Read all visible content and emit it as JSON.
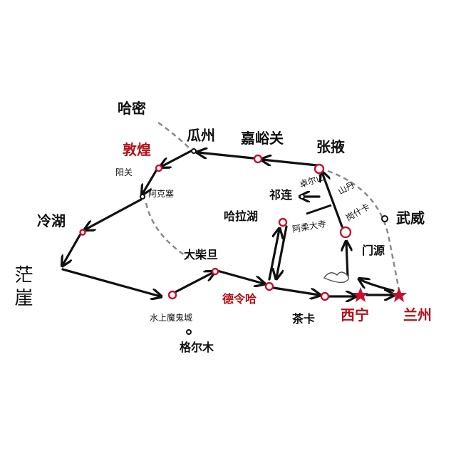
{
  "colors": {
    "ink": "#111111",
    "route_marker": "#c8102e",
    "star": "#c8102e",
    "dashed": "#8a8a8a",
    "highlight_text": "#b3121b"
  },
  "places": {
    "hami": "哈密",
    "guazhou": "瓜州",
    "jiayuguan": "嘉峪关",
    "zhangye": "张掖",
    "dunhuang": "敦煌",
    "yangguan": "阳关",
    "akesai": "阿克塞",
    "zhuoershan": "卓尔山",
    "shandan": "山丹",
    "qilian": "祁连",
    "lenghu": "冷湖",
    "halahu": "哈拉湖",
    "arou": "阿柔大寺",
    "gangshika": "岗什卡",
    "wuwei": "武威",
    "mangya": "茫崖",
    "menyuan": "门源",
    "dachaidan": "大柴旦",
    "delingha": "德令哈",
    "shuishang": "水上魔鬼城",
    "chaka": "茶卡",
    "xining": "西宁",
    "lanzhou": "兰州",
    "geermu": "格尔木"
  }
}
